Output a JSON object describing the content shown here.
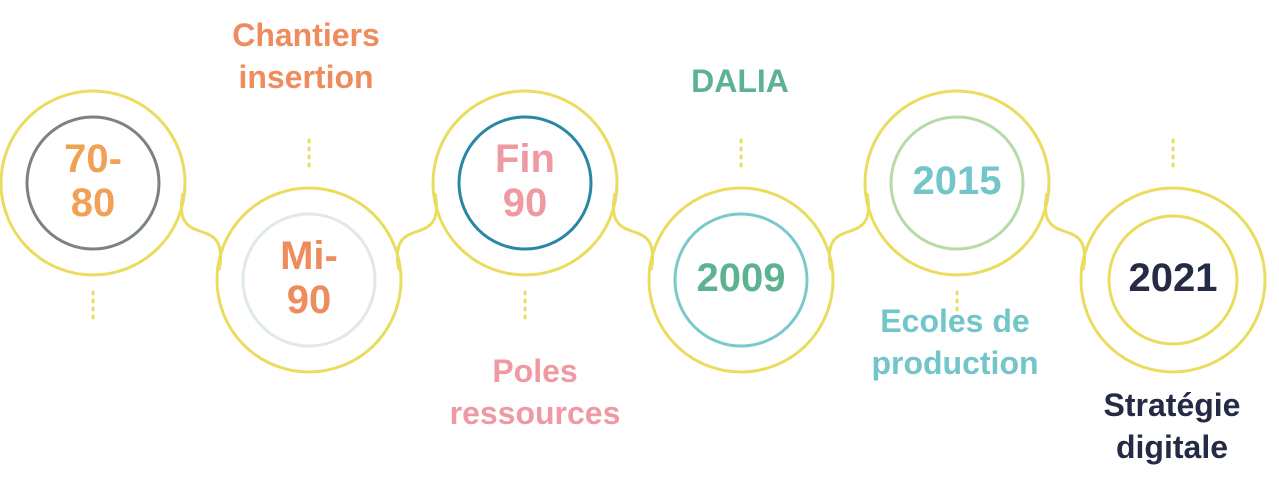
{
  "colors": {
    "track": "#E9DC5E",
    "orange": "#F0A155",
    "salmon": "#EE8C5E",
    "pink": "#EF9AA3",
    "green": "#5DB391",
    "teal": "#72C5C8",
    "navy": "#252B45",
    "grey_ring": "#7B8285",
    "pale_ring": "#DFE9E7",
    "blue_ring": "#2987A5",
    "teal_ring": "#7BC9CC",
    "light_green_ring": "#B7DBA8",
    "yellow_ring": "#E9DC5E"
  },
  "milestones": [
    {
      "year": "70-\n80",
      "year_color": "#F0A155",
      "ring_color": "#7B8285",
      "label": "",
      "label_color": ""
    },
    {
      "year": "Mi-\n90",
      "year_color": "#EE8C5E",
      "ring_color": "#DFE9E7",
      "label": "Chantiers\ninsertion",
      "label_color": "#EE8C5E"
    },
    {
      "year": "Fin\n90",
      "year_color": "#EF9AA3",
      "ring_color": "#2987A5",
      "label": "Poles\nressources",
      "label_color": "#EF9AA3"
    },
    {
      "year": "2009",
      "year_color": "#5DB391",
      "ring_color": "#7BC9CC",
      "label": "DALIA",
      "label_color": "#5DB391"
    },
    {
      "year": "2015",
      "year_color": "#72C5C8",
      "ring_color": "#B7DBA8",
      "label": "Ecoles de\nproduction",
      "label_color": "#72C5C8"
    },
    {
      "year": "2021",
      "year_color": "#252B45",
      "ring_color": "#E9DC5E",
      "label": "Stratégie\ndigitale",
      "label_color": "#252B45"
    }
  ]
}
